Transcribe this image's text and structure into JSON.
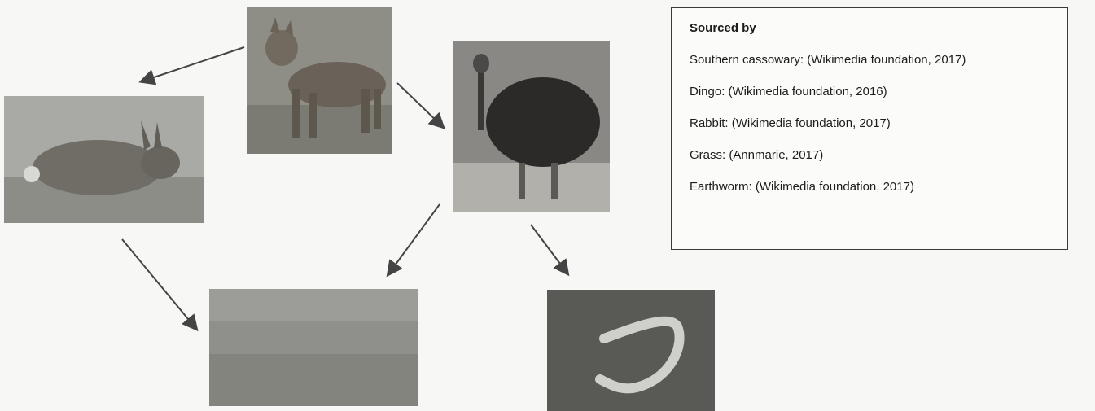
{
  "sources": {
    "title": "Sourced by",
    "items": [
      "Southern cassowary: (Wikimedia foundation, 2017)",
      "Dingo: (Wikimedia foundation, 2016)",
      "Rabbit: (Wikimedia foundation, 2017)",
      "Grass: (Annmarie, 2017)",
      "Earthworm: (Wikimedia foundation, 2017)"
    ]
  },
  "photos": [
    "dingo",
    "rabbit",
    "southern-cassowary",
    "grass",
    "earthworm"
  ],
  "colors": {
    "arrow": "#444444",
    "border": "#3a3a3a",
    "background": "#f7f7f5"
  }
}
